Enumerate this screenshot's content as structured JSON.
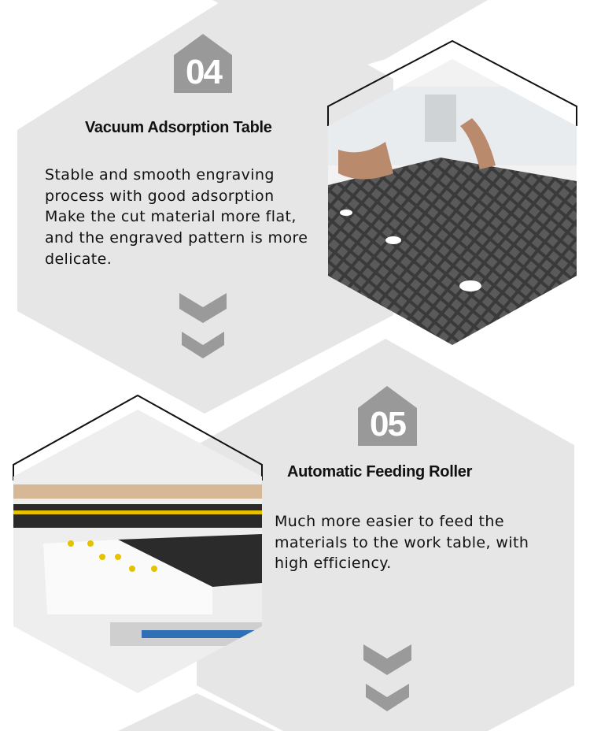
{
  "sections": [
    {
      "number": "04",
      "title": "Vacuum Adsorption Table",
      "lines": [
        "Stable and smooth engraving",
        "process with good adsorption",
        "Make the cut material more flat,",
        "and the engraved pattern is more",
        "delicate."
      ]
    },
    {
      "number": "05",
      "title": "Automatic Feeding Roller",
      "lines": [
        "Much more easier to feed the",
        "materials to the work table, with",
        "high efficiency."
      ]
    }
  ],
  "colors": {
    "hex_bg": "#e6e6e6",
    "badge": "#999999",
    "chevron": "#9a9a9a",
    "text": "#111111"
  }
}
